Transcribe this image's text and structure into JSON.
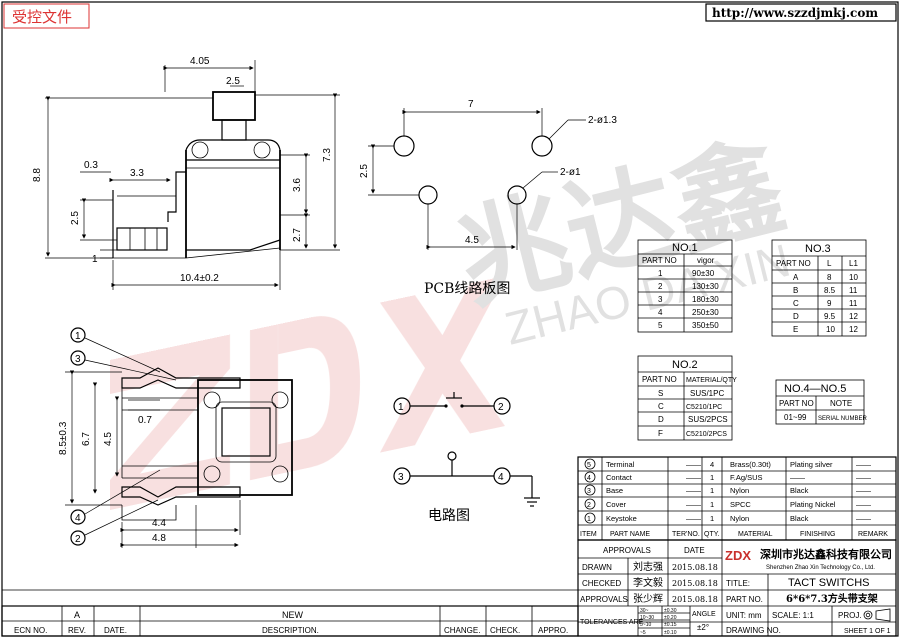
{
  "header": {
    "stamp": "受控文件",
    "url": "http://www.szzdjmkj.com"
  },
  "watermark": {
    "logo": "ZDX",
    "cn": "兆达鑫",
    "en": "ZHAO DA XIN",
    "color": "#d9534f"
  },
  "dims": {
    "w405": "4.05",
    "w25": "2.5",
    "h88": "8.8",
    "h73": "7.3",
    "d03": "0.3",
    "d33": "3.3",
    "h36": "3.6",
    "h25": "2.5",
    "h27": "2.7",
    "d1": "1",
    "l104": "10.4±0.2",
    "p7": "7",
    "p25": "2.5",
    "p45": "4.5",
    "hole13": "2-ø1.3",
    "hole1": "2-ø1",
    "h85": "8.5±0.3",
    "h67": "6.7",
    "h45": "4.5",
    "d07": "0.7",
    "w44": "4.4",
    "w48": "4.8"
  },
  "labels": {
    "pcb": "PCB线路板图",
    "circuit": "电路图"
  },
  "callouts": [
    "1",
    "2",
    "3",
    "4",
    "5"
  ],
  "no1": {
    "title": "NO.1",
    "headers": [
      "PART NO",
      "vigor"
    ],
    "rows": [
      [
        "1",
        "90±30"
      ],
      [
        "2",
        "130±30"
      ],
      [
        "3",
        "180±30"
      ],
      [
        "4",
        "250±30"
      ],
      [
        "5",
        "350±50"
      ]
    ]
  },
  "no2": {
    "title": "NO.2",
    "headers": [
      "PART NO",
      "MATERIAL/QTY"
    ],
    "rows": [
      [
        "S",
        "SUS/1PC"
      ],
      [
        "C",
        "C5210/1PC"
      ],
      [
        "D",
        "SUS/2PCS"
      ],
      [
        "F",
        "C5210/2PCS"
      ]
    ]
  },
  "no3": {
    "title": "NO.3",
    "headers": [
      "PART NO",
      "L",
      "L1"
    ],
    "rows": [
      [
        "A",
        "8",
        "10"
      ],
      [
        "B",
        "8.5",
        "11"
      ],
      [
        "C",
        "9",
        "11"
      ],
      [
        "D",
        "9.5",
        "12"
      ],
      [
        "E",
        "10",
        "12"
      ]
    ]
  },
  "no45": {
    "title": "NO.4—NO.5",
    "headers": [
      "PART NO",
      "NOTE"
    ],
    "rows": [
      [
        "01~99",
        "SERIAL NUMBER"
      ]
    ]
  },
  "bom": {
    "rows": [
      [
        "5",
        "Terminal",
        "——",
        "4",
        "Brass(0.30t)",
        "Plating silver",
        "——"
      ],
      [
        "4",
        "Contact",
        "——",
        "1",
        "F.Ag/SUS",
        "——",
        "——"
      ],
      [
        "3",
        "Base",
        "——",
        "1",
        "Nylon",
        "Black",
        "——"
      ],
      [
        "2",
        "Cover",
        "——",
        "1",
        "SPCC",
        "Plating Nickel",
        "——"
      ],
      [
        "1",
        "Keystoke",
        "——",
        "1",
        "Nylon",
        "Black",
        "——"
      ]
    ],
    "headers": [
      "ITEM",
      "PART NAME",
      "TER'NO.",
      "QTY.",
      "MATERIAL",
      "FINISHING",
      "REMARK"
    ]
  },
  "titleblock": {
    "approvals": "APPROVALS",
    "date": "DATE",
    "drawn": "DRAWN",
    "drawn_name": "刘志强",
    "drawn_date": "2015.08.18",
    "checked": "CHECKED",
    "checked_name": "李文毅",
    "checked_date": "2015.08.18",
    "approvals2": "APPROVALS",
    "approvals_name": "张少辉",
    "approvals_date": "2015.08.18",
    "company_cn": "深圳市兆达鑫科技有限公司",
    "company_en": "Shenzhen Zhao Xin Technology Co., Ltd.",
    "title_label": "TITLE:",
    "title": "TACT SWITCHS",
    "part_label": "PART NO.",
    "part": "6*6*7.3方头带支架",
    "unit": "UNIT: mm",
    "scale": "SCALE: 1:1",
    "proj": "PROJ.",
    "drawing_no": "DRAWING NO.",
    "sheet": "SHEET 1 OF 1",
    "tol_label": "TOLERANCES ARE",
    "tol_rows": [
      [
        "30~",
        "±0.30"
      ],
      [
        "10~30",
        "±0.20"
      ],
      [
        "5~10",
        "±0.15"
      ],
      [
        "~5",
        "±0.10"
      ]
    ],
    "angle": "ANGLE",
    "angle_val": "±2°"
  },
  "revision": {
    "rev": "A",
    "new": "NEW",
    "ecn": "ECN NO.",
    "rev_label": "REV.",
    "date": "DATE.",
    "desc": "DESCRIPTION.",
    "change": "CHANGE.",
    "check": "CHECK.",
    "appro": "APPRO."
  }
}
